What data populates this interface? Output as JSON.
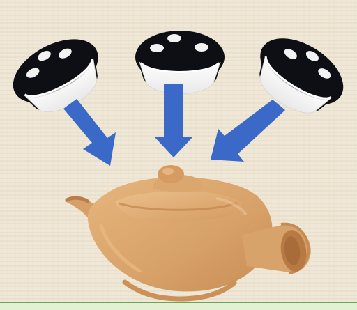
{
  "scene": {
    "subject": "teapot",
    "items": [
      {
        "name": "tea-cup-left"
      },
      {
        "name": "tea-cup-center"
      },
      {
        "name": "tea-cup-right"
      }
    ],
    "arrows_direction": "down-to-teapot"
  },
  "colors": {
    "background": "#efe7d7",
    "texture_line": "#d8cab0",
    "cup_black": "#0d0f14",
    "cup_white": "#f7f7f7",
    "arrow_blue": "#3b69c8",
    "teapot_tan": "#d8a36a",
    "teapot_shadow": "#c98d56",
    "teapot_dark": "#b97d49",
    "footer_green": "#64a95a",
    "footer_fill": "#e3f1d2"
  },
  "icons": {
    "arrow": "arrow-down-icon",
    "cup": "cup-icon",
    "teapot": "teapot-icon"
  }
}
